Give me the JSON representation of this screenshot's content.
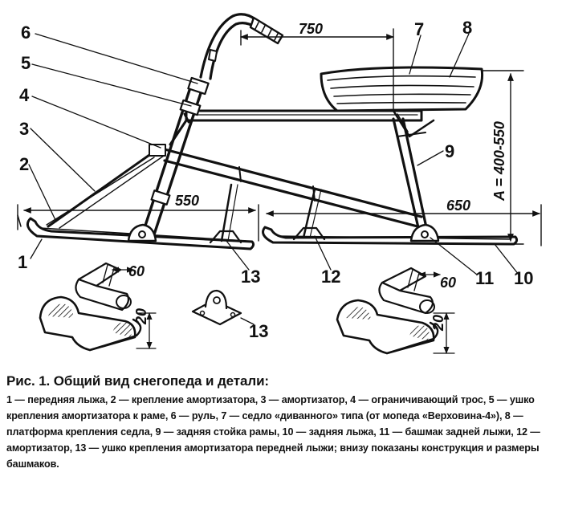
{
  "figure": {
    "callouts": {
      "c1": "1",
      "c2": "2",
      "c3": "3",
      "c4": "4",
      "c5": "5",
      "c6": "6",
      "c7": "7",
      "c8": "8",
      "c9": "9",
      "c10": "10",
      "c11": "11",
      "c12": "12",
      "c13a": "13",
      "c13b": "13"
    },
    "dimensions": {
      "top_length": "750",
      "front_ski_span": "550",
      "rear_ski_span": "650",
      "seat_height": "A = 400-550",
      "detail_left_width": "60",
      "detail_left_height": "20",
      "detail_right_width": "60",
      "detail_right_height": "20"
    }
  },
  "caption": {
    "title": "Рис. 1. Общий вид снегопеда и детали:",
    "body": "1 — передняя лыжа, 2 — крепление амортизатора, 3 — амортизатор, 4 — ограничивающий трос, 5 — ушко крепления амортизатора к раме, 6 — руль, 7 — седло «диванного» типа (от мопеда «Верховина-4»), 8 — платформа крепления седла, 9 — задняя стойка рамы, 10 — задняя лыжа, 11 — башмак задней лыжи, 12 — амортизатор, 13 — ушко крепления амортизатора передней лыжи; внизу показаны конструкция и размеры башмаков."
  }
}
